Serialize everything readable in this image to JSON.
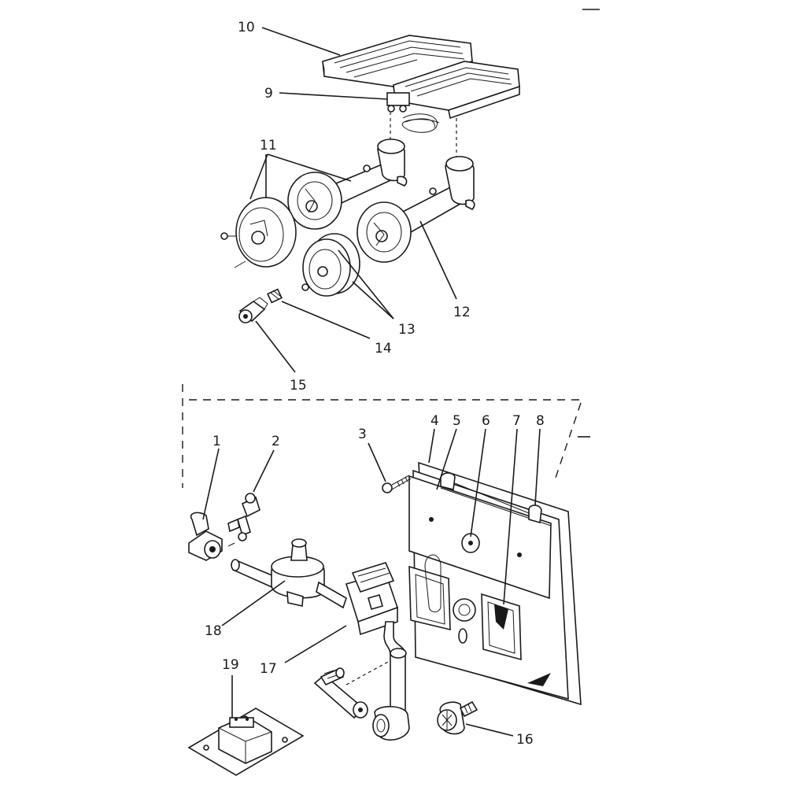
{
  "diagram": {
    "labels": {
      "p1": "1",
      "p2": "2",
      "p3": "3",
      "p4": "4",
      "p5": "5",
      "p6": "6",
      "p7": "7",
      "p8": "8",
      "p9": "9",
      "p10": "10",
      "p11": "11",
      "p12": "12",
      "p13": "13",
      "p14": "14",
      "p15": "15",
      "p16": "16",
      "p17": "17",
      "p18": "18",
      "p19": "19"
    },
    "colors": {
      "ink": "#1a1a1a",
      "paper": "#ffffff"
    }
  }
}
